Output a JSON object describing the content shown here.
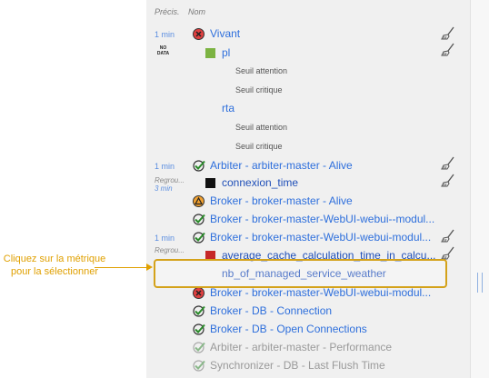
{
  "headers": {
    "precision": "Précis.",
    "name": "Nom"
  },
  "precisions": [
    "1 min",
    "1 min",
    "1 min"
  ],
  "regroup": {
    "label": "Regrou...",
    "sub": "3 min"
  },
  "nodata_icon": {
    "line1": "NO",
    "line2": "DATA"
  },
  "rows": {
    "vivant": "Vivant",
    "pl": "pl",
    "pl_warning": "Seuil attention",
    "pl_critical": "Seuil critique",
    "rta": "rta",
    "rta_warning": "Seuil attention",
    "rta_critical": "Seuil critique",
    "arbiter_alive": "Arbiter - arbiter-master - Alive",
    "connexion_time": "connexion_time",
    "broker_alive": "Broker - broker-master - Alive",
    "broker_webui_1": "Broker - broker-master-WebUI-webui--modul...",
    "broker_webui_2": "Broker - broker-master-WebUI-webui-modul...",
    "avg_cache": "average_cache_calculation_time_in_calcu...",
    "nb_managed": "nb_of_managed_service_weather",
    "broker_webui_3": "Broker - broker-master-WebUI-webui-modul...",
    "db_connection": "Broker - DB - Connection",
    "db_open": "Broker - DB - Open Connections",
    "arbiter_perf": "Arbiter - arbiter-master - Performance",
    "sync_flush": "Synchronizer - DB - Last Flush Time"
  },
  "callout": {
    "text": "Cliquez sur la métrique pour la sélectionner"
  },
  "colors": {
    "link": "#2e6fdc",
    "highlight": "#d4a21a",
    "callout_text": "#e0a000",
    "ok_check": "#2a8a2a",
    "crit": "#e04040",
    "warn": "#f0a030",
    "pl_square": "#7cb342",
    "avg_square": "#c62828"
  }
}
